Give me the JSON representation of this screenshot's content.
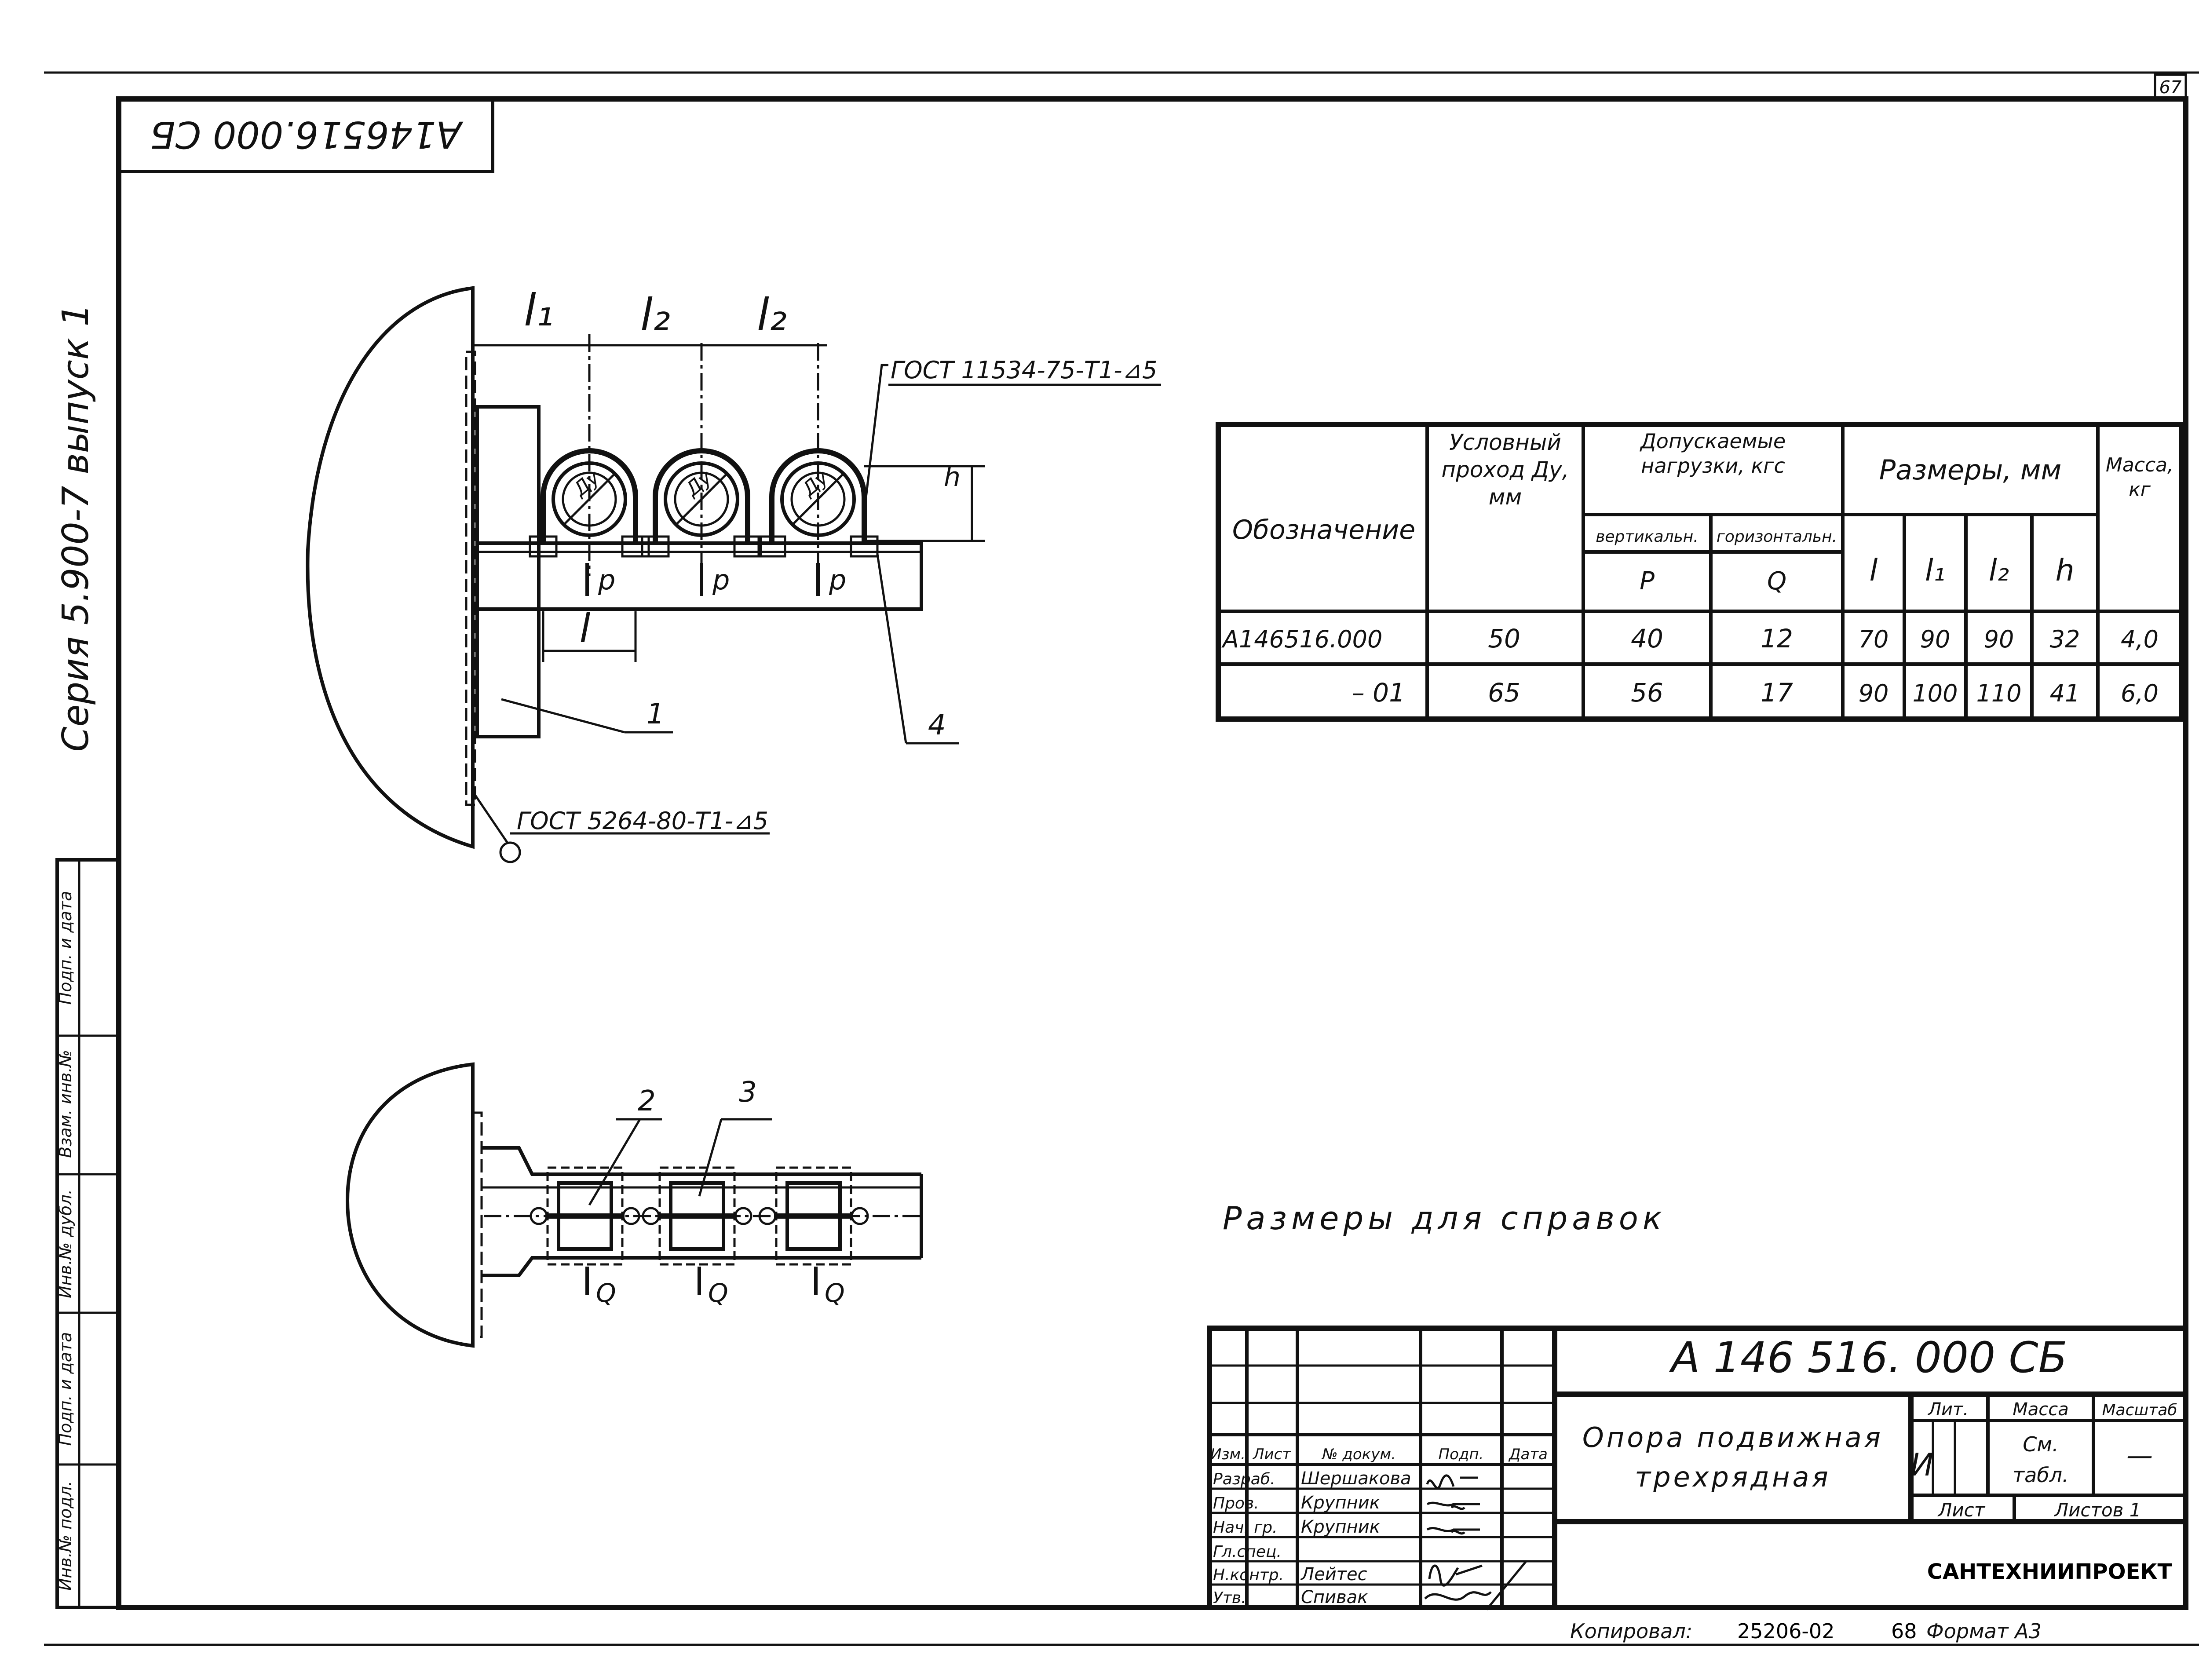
{
  "sheet_number": "67",
  "top_stamp": "A146516.000 СБ",
  "series_label": "Серия 5.900-7 выпуск 1",
  "left_strip": [
    "Подп. и дата",
    "Взам. инв.№",
    "Инв.№ дубл.",
    "Подп. и дата",
    "Инв.№ подл."
  ],
  "drawing": {
    "dim_l1": "l₁",
    "dim_l2a": "l₂",
    "dim_l2b": "l₂",
    "dim_l": "l",
    "dim_h": "h",
    "du_label": "Ду",
    "load_p": "p",
    "load_q": "Q",
    "weld_top": "ГОСТ 11534-75-Т1-⊿5",
    "weld_bottom": "ГОСТ 5264-80-Т1-⊿5",
    "callout_1": "1",
    "callout_2": "2",
    "callout_3": "3",
    "callout_4": "4"
  },
  "spec_table": {
    "h_designation": "Обозначение",
    "h_nominal": "Условный проход Ду, мм",
    "h_loads": "Допускаемые нагрузки, кгс",
    "h_vertical": "вертикальн.",
    "h_horizontal": "горизонтальн.",
    "h_p": "P",
    "h_q": "Q",
    "h_sizes": "Размеры, мм",
    "h_l": "l",
    "h_l1": "l₁",
    "h_l2": "l₂",
    "h_h": "h",
    "h_mass": "Масса, кг",
    "rows": [
      {
        "designation": "A146516.000",
        "du": "50",
        "p": "40",
        "q": "12",
        "l": "70",
        "l1": "90",
        "l2": "90",
        "h": "32",
        "mass": "4,0"
      },
      {
        "designation": "– 01",
        "du": "65",
        "p": "56",
        "q": "17",
        "l": "90",
        "l1": "100",
        "l2": "110",
        "h": "41",
        "mass": "6,0"
      }
    ]
  },
  "note": "Размеры для справок",
  "title_block": {
    "code": "А 146 516. 000 СБ",
    "name_line1": "Опора подвижная",
    "name_line2": "трехрядная",
    "col_izm": "Изм.",
    "col_list": "Лист",
    "col_doc": "№ докум.",
    "col_podp": "Подп.",
    "col_data": "Дата",
    "roles": [
      {
        "role": "Разраб.",
        "name": "Шершакова"
      },
      {
        "role": "Пров.",
        "name": "Крупник"
      },
      {
        "role": "Нач. гр.",
        "name": "Крупник"
      },
      {
        "role": "Гл.спец.",
        "name": ""
      },
      {
        "role": "Н.контр.",
        "name": "Лейтес"
      },
      {
        "role": "Утв.",
        "name": "Спивак"
      }
    ],
    "lit_label": "Лит.",
    "lit_value": "И",
    "mass_label": "Масса",
    "mass_value_1": "См.",
    "mass_value_2": "табл.",
    "scale_label": "Масштаб",
    "scale_value": "—",
    "sheet_label": "Лист",
    "sheets_label": "Листов 1",
    "org": "САНТЕХНИИПРОЕКТ"
  },
  "footer": {
    "copied": "Копировал:",
    "order": "25206-02",
    "page": "68",
    "format": "Формат А3"
  }
}
